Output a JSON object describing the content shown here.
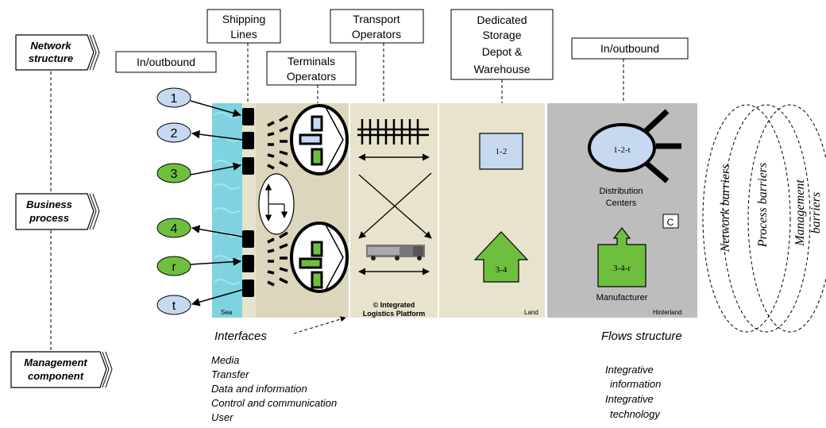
{
  "tags": {
    "network": [
      "Network",
      "structure"
    ],
    "business": [
      "Business",
      "process"
    ],
    "management": [
      "Management",
      "component"
    ]
  },
  "actors": {
    "inout_left": "In/outbound",
    "shipping": [
      "Shipping",
      "Lines"
    ],
    "terminals": [
      "Terminals",
      "Operators"
    ],
    "transport": [
      "Transport",
      "Operators"
    ],
    "storage": [
      "Dedicated",
      "Storage",
      "Depot &",
      "Warehouse"
    ],
    "inout_right": "In/outbound"
  },
  "flows": [
    {
      "label": "1",
      "color": "#c6d9f1"
    },
    {
      "label": "2",
      "color": "#c6d9f1"
    },
    {
      "label": "3",
      "color": "#6fbf3f"
    },
    {
      "label": "4",
      "color": "#6fbf3f"
    },
    {
      "label": "r",
      "color": "#6fbf3f"
    },
    {
      "label": "t",
      "color": "#c6d9f1"
    }
  ],
  "zones": {
    "sea": "Sea",
    "land": "Land",
    "hinterland": "Hinterland",
    "copyright": [
      "© Integrated",
      "Logistics Platform"
    ]
  },
  "nodes": {
    "box_12": "1-2",
    "house_34": "3-4",
    "dc_oval": "1-2-t",
    "dc_label": [
      "Distribution",
      "Centers"
    ],
    "c_box": "C",
    "manuf_box": "3-4-r",
    "manuf_label": "Manufacturer"
  },
  "bottom": {
    "interfaces_title": "Interfaces",
    "interfaces_items": [
      "Media",
      "Transfer",
      "Data and information",
      "Control and communication",
      "User"
    ],
    "flows_title": "Flows structure",
    "flows_items": [
      "Integrative",
      "information",
      "Integrative",
      "technology"
    ]
  },
  "barriers": {
    "network": "Network barriers",
    "process": "Process barriers",
    "management": [
      "Management",
      "barriers"
    ]
  },
  "colors": {
    "sea": "#7fd3e0",
    "land": "#e8e3cc",
    "terminal": "#dcd6bd",
    "hinterland": "#bdbdbd",
    "green": "#6fbf3f",
    "lightblue": "#c6d9f1"
  }
}
